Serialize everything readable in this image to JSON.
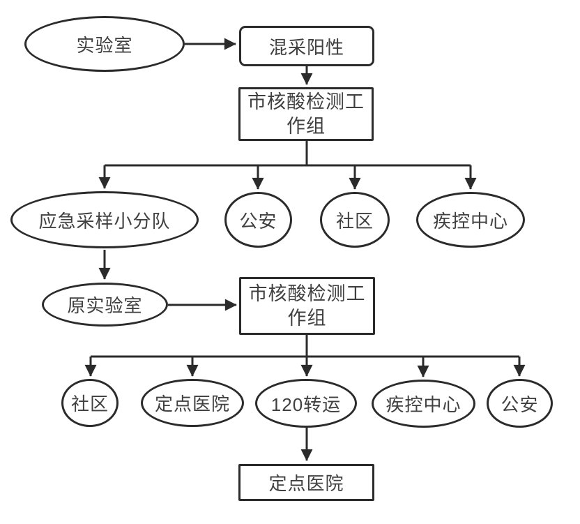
{
  "page": {
    "background": "#ffffff"
  },
  "diagram": {
    "type": "flowchart",
    "stroke_color": "#2b2b2b",
    "text_color": "#404040",
    "nodes": {
      "laboratory": {
        "label": "实验室",
        "shape": "ellipse"
      },
      "mixed_positive": {
        "label": "混采阳性",
        "shape": "rounded-rect"
      },
      "work_group_1": {
        "label": "市核酸检测工作组",
        "shape": "rect"
      },
      "emergency_team": {
        "label": "应急采样小分队",
        "shape": "ellipse"
      },
      "police_1": {
        "label": "公安",
        "shape": "ellipse"
      },
      "community_1": {
        "label": "社区",
        "shape": "ellipse"
      },
      "cdc_1": {
        "label": "疾控中心",
        "shape": "ellipse"
      },
      "original_lab": {
        "label": "原实验室",
        "shape": "ellipse"
      },
      "work_group_2": {
        "label": "市核酸检测工作组",
        "shape": "rect"
      },
      "community_2": {
        "label": "社区",
        "shape": "ellipse"
      },
      "designated_hospital": {
        "label": "定点医院",
        "shape": "ellipse"
      },
      "transfer_120": {
        "label": "120转运",
        "shape": "ellipse"
      },
      "cdc_2": {
        "label": "疾控中心",
        "shape": "ellipse"
      },
      "police_2": {
        "label": "公安",
        "shape": "ellipse"
      },
      "designated_hospital_final": {
        "label": "定点医院",
        "shape": "rect"
      }
    },
    "edges": [
      {
        "from": "laboratory",
        "to": "mixed_positive"
      },
      {
        "from": "mixed_positive",
        "to": "work_group_1"
      },
      {
        "from": "work_group_1",
        "to": "emergency_team"
      },
      {
        "from": "work_group_1",
        "to": "police_1"
      },
      {
        "from": "work_group_1",
        "to": "community_1"
      },
      {
        "from": "work_group_1",
        "to": "cdc_1"
      },
      {
        "from": "emergency_team",
        "to": "original_lab"
      },
      {
        "from": "original_lab",
        "to": "work_group_2"
      },
      {
        "from": "work_group_2",
        "to": "community_2"
      },
      {
        "from": "work_group_2",
        "to": "designated_hospital"
      },
      {
        "from": "work_group_2",
        "to": "transfer_120"
      },
      {
        "from": "work_group_2",
        "to": "cdc_2"
      },
      {
        "from": "work_group_2",
        "to": "police_2"
      },
      {
        "from": "transfer_120",
        "to": "designated_hospital_final"
      }
    ]
  }
}
